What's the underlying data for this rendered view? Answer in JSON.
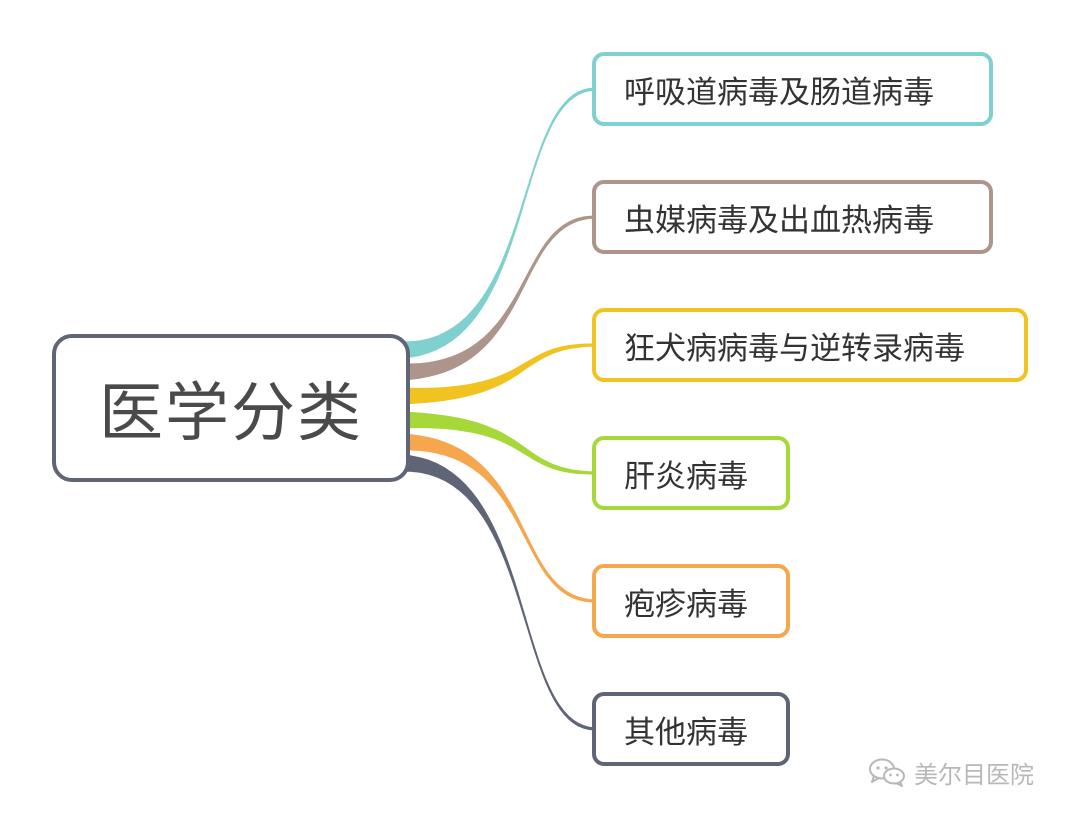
{
  "root": {
    "label": "医学分类",
    "color": "#5f6577"
  },
  "branches": [
    {
      "label": "呼吸道病毒及肠道病毒",
      "color": "#7fd0cf"
    },
    {
      "label": "虫媒病毒及出血热病毒",
      "color": "#ad958b"
    },
    {
      "label": "狂犬病病毒与逆转录病毒",
      "color": "#f1c320"
    },
    {
      "label": "肝炎病毒",
      "color": "#a7d83a"
    },
    {
      "label": "疱疹病毒",
      "color": "#f6a74e"
    },
    {
      "label": "其他病毒",
      "color": "#5f6577"
    }
  ],
  "watermark": {
    "text": "美尔目医院",
    "icon": "wechat-icon"
  }
}
